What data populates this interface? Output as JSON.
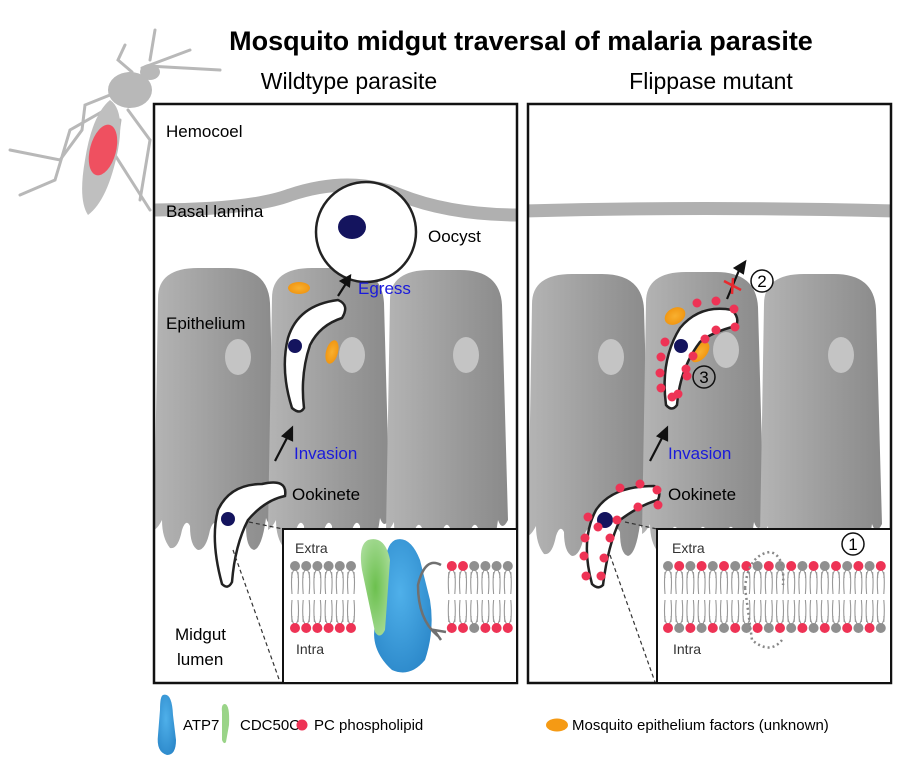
{
  "title": "Mosquito midgut traversal of malaria parasite",
  "panels": [
    {
      "subtitle": "Wildtype parasite",
      "labels": {
        "hemocoel": "Hemocoel",
        "basal_lamina": "Basal lamina",
        "oocyst": "Oocyst",
        "egress": "Egress",
        "epithelium": "Epithelium",
        "invasion": "Invasion",
        "ookinete": "Ookinete",
        "midgut_lumen_1": "Midgut",
        "midgut_lumen_2": "lumen",
        "extra": "Extra",
        "intra": "Intra"
      }
    },
    {
      "subtitle": "Flippase mutant",
      "labels": {
        "invasion": "Invasion",
        "ookinete": "Ookinete",
        "extra": "Extra",
        "intra": "Intra",
        "marker_1": "1",
        "marker_2": "2",
        "marker_3": "3"
      }
    }
  ],
  "legend": [
    {
      "label": "ATP7",
      "color": "#3a9ad9"
    },
    {
      "label": "CDC50C",
      "color": "#7ccf6a"
    },
    {
      "label": "PC phospholipid",
      "color": "#ee3355"
    },
    {
      "label": "Mosquito epithelium factors (unknown)",
      "color": "#f59a14"
    }
  ],
  "colors": {
    "nucleus": "#14145e",
    "cell_gray": "#9a9a9a",
    "lamina_gray": "#b0b0b0",
    "accent_blue_text": "#1a1adb",
    "block_red": "#e8292e"
  }
}
